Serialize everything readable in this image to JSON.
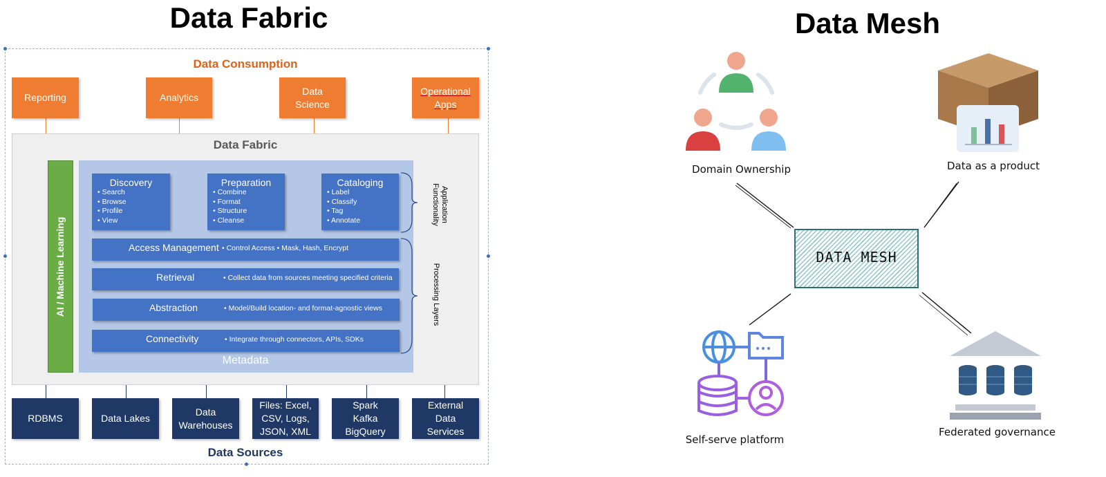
{
  "left": {
    "title": "Data Fabric",
    "consumption_title": "Data Consumption",
    "consumers": [
      "Reporting",
      "Analytics",
      "Data\nScience",
      "Operational\nApps"
    ],
    "fabric_label": "Data Fabric",
    "ai_label": "AI / Machine Learning",
    "functions": [
      {
        "name": "Discovery",
        "items": [
          "• Search",
          "• Browse",
          "• Profile",
          "• View"
        ]
      },
      {
        "name": "Preparation",
        "items": [
          "• Combine",
          "• Format",
          "• Structure",
          "• Cleanse"
        ]
      },
      {
        "name": "Cataloging",
        "items": [
          "• Label",
          "• Classify",
          "• Tag",
          "• Annotate"
        ]
      }
    ],
    "layers": [
      {
        "name": "Access Management",
        "desc": "• Control Access  • Mask, Hash, Encrypt"
      },
      {
        "name": "Retrieval",
        "desc": "• Collect data from sources meeting specified criteria"
      },
      {
        "name": "Abstraction",
        "desc": "• Model/Build location- and format-agnostic views"
      },
      {
        "name": "Connectivity",
        "desc": "• Integrate through connectors, APIs, SDKs"
      }
    ],
    "metadata_label": "Metadata",
    "app_functionality_label": "Application\nFunctionality",
    "processing_layers_label": "Processing Layers",
    "sources": [
      "RDBMS",
      "Data Lakes",
      "Data\nWarehouses",
      "Files: Excel,\nCSV, Logs,\nJSON, XML",
      "Spark\nKafka\nBigQuery",
      "External\nData\nServices"
    ],
    "sources_title": "Data Sources"
  },
  "right": {
    "title": "Data Mesh",
    "center_label": "DATA MESH",
    "nodes": {
      "domain": "Domain Ownership",
      "product": "Data as a product",
      "platform": "Self-serve platform",
      "governance": "Federated governance"
    }
  }
}
